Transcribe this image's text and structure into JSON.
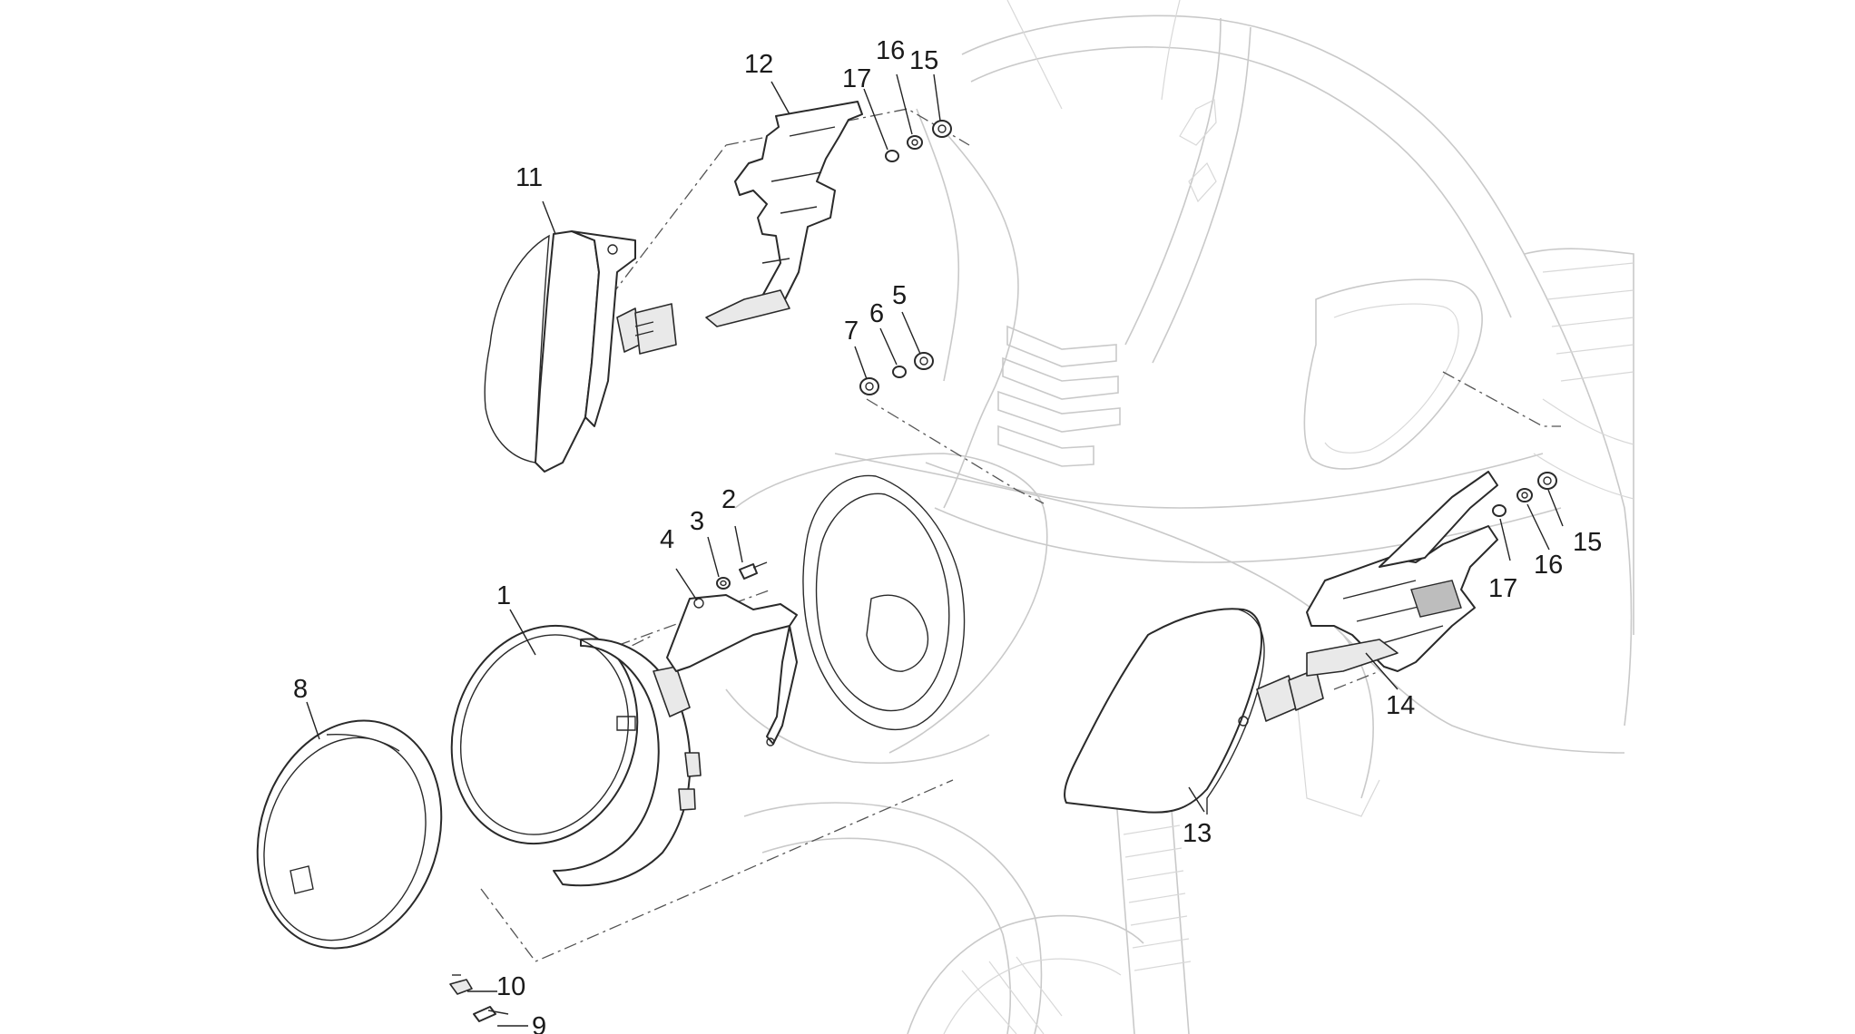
{
  "callouts": {
    "c1": "1",
    "c2": "2",
    "c3": "3",
    "c4": "4",
    "c5": "5",
    "c6": "6",
    "c7": "7",
    "c8": "8",
    "c9": "9",
    "c10": "10",
    "c11": "11",
    "c12": "12",
    "c13": "13",
    "c14": "14",
    "c15a": "15",
    "c15b": "15",
    "c16a": "16",
    "c16b": "16",
    "c17a": "17",
    "c17b": "17"
  },
  "colors": {
    "line": "#2a2a2a",
    "ghost": "#c9c9c9",
    "background": "#ffffff"
  }
}
